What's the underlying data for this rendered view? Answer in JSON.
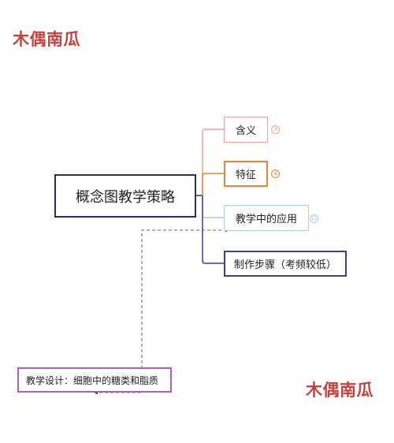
{
  "watermark": {
    "text": "木偶南瓜"
  },
  "mindmap": {
    "root": {
      "label": "概念图教学策略"
    },
    "branches": [
      {
        "label": "含义",
        "color": "#f0a29a",
        "badge": "3"
      },
      {
        "label": "特征",
        "color": "#e8843a",
        "badge": "4"
      },
      {
        "label": "教学中的应用",
        "color": "#a8cdee",
        "badge": "11"
      },
      {
        "label": "制作步骤（考频较低）",
        "color": "#3c3ca6"
      }
    ],
    "linked_note": {
      "label": "教学设计：细胞中的糖类和脂质",
      "color": "#b25ac8"
    }
  }
}
